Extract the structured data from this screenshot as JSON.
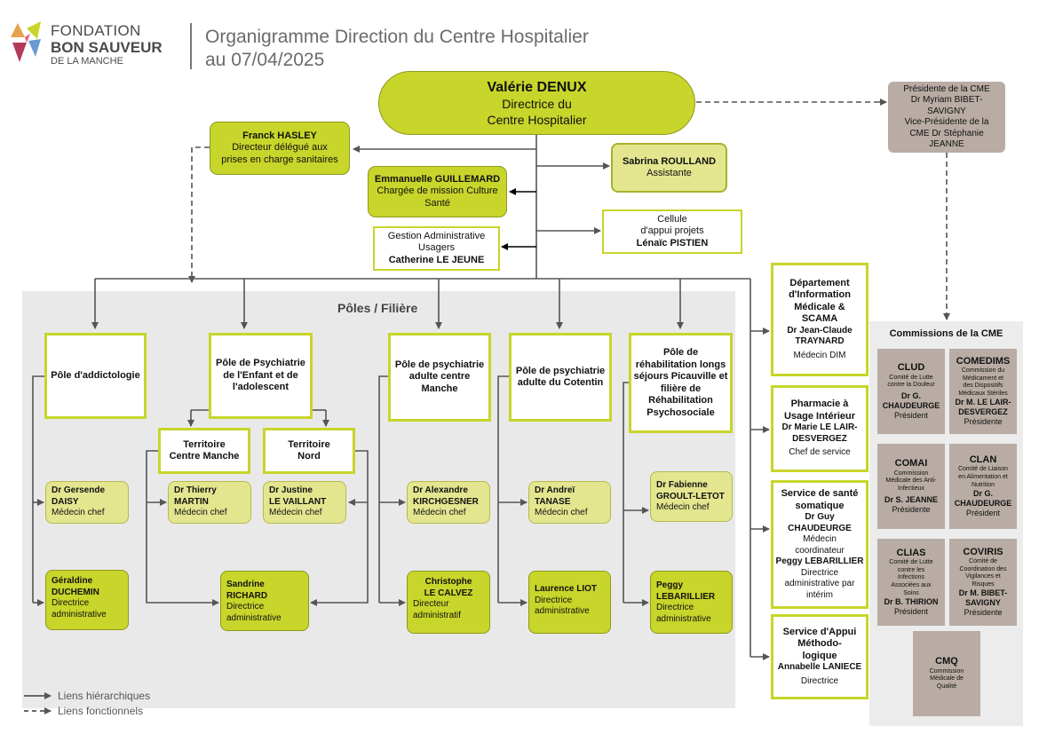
{
  "header": {
    "logo": {
      "line1": "FONDATION",
      "line2": "BON SAUVEUR",
      "line3": "DE LA MANCHE"
    },
    "title_line1": "Organigramme Direction du Centre Hospitalier",
    "title_line2": "au 07/04/2025"
  },
  "director": {
    "name": "Valérie DENUX",
    "role_line1": "Directrice du",
    "role_line2": "Centre Hospitalier"
  },
  "cme_president": {
    "l1": "Présidente de la CME",
    "l2": "Dr Myriam BIBET-",
    "l3": "SAVIGNY",
    "l4": "Vice-Présidente de la",
    "l5": "CME Dr Stéphanie",
    "l6": "JEANNE"
  },
  "staff": {
    "hasley": {
      "name": "Franck HASLEY",
      "role_l1": "Directeur délégué aux",
      "role_l2": "prises en charge sanitaires"
    },
    "guillemard": {
      "name": "Emmanuelle GUILLEMARD",
      "role_l1": "Chargée de mission Culture",
      "role_l2": "Santé"
    },
    "roulland": {
      "name": "Sabrina ROULLAND",
      "role": "Assistante"
    },
    "cellule": {
      "l1": "Cellule",
      "l2": "d'appui projets",
      "name": "Lénaïc PISTIEN"
    },
    "gestion": {
      "l1": "Gestion Administrative",
      "l2": "Usagers",
      "name": "Catherine LE JEUNE"
    }
  },
  "poles_title": "Pôles / Filière",
  "poles": {
    "addicto": {
      "title": "Pôle d'addictologie"
    },
    "enfant": {
      "l1": "Pôle de Psychiatrie",
      "l2": "de l'Enfant et de",
      "l3": "l'adolescent"
    },
    "centre": {
      "l1": "Pôle de psychiatrie",
      "l2": "adulte centre",
      "l3": "Manche"
    },
    "cotentin": {
      "l1": "Pôle de psychiatrie",
      "l2": "adulte du Cotentin"
    },
    "rehab": {
      "l1": "Pôle de",
      "l2": "réhabilitation longs",
      "l3": "séjours Picauville et",
      "l4": "filière de",
      "l5": "Réhabilitation",
      "l6": "Psychosociale"
    }
  },
  "territoires": {
    "centre": {
      "l1": "Territoire",
      "l2": "Centre Manche"
    },
    "nord": {
      "l1": "Territoire",
      "l2": "Nord"
    }
  },
  "medecins": {
    "daisy": {
      "l1": "Dr Gersende",
      "l2": "DAISY",
      "role": "Médecin chef"
    },
    "martin": {
      "l1": "Dr Thierry",
      "l2": "MARTIN",
      "role": "Médecin chef"
    },
    "vaillant": {
      "l1": "Dr Justine",
      "l2": "LE VAILLANT",
      "role": "Médecin chef"
    },
    "kirch": {
      "l1": "Dr Alexandre",
      "l2": "KIRCHGESNER",
      "role": "Médecin chef"
    },
    "tanase": {
      "l1": "Dr Andreï",
      "l2": "TANASE",
      "role": "Médecin chef"
    },
    "groult": {
      "l1": "Dr Fabienne",
      "l2": "GROULT-LETOT",
      "role": "Médecin chef"
    }
  },
  "administratifs": {
    "duchemin": {
      "l1": "Géraldine",
      "l2": "DUCHEMIN",
      "r1": "Directrice",
      "r2": "administrative"
    },
    "richard": {
      "l1": "Sandrine",
      "l2": "RICHARD",
      "r1": "Directrice",
      "r2": "administrative"
    },
    "calvez": {
      "l1": "Christophe",
      "l2": "LE CALVEZ",
      "r1": "Directeur",
      "r2": "administratif"
    },
    "liot": {
      "l1": "Laurence LIOT",
      "r1": "Directrice",
      "r2": "administrative"
    },
    "lebarillier": {
      "l1": "Peggy",
      "l2": "LEBARILLIER",
      "r1": "Directrice",
      "r2": "administrative"
    }
  },
  "services": {
    "dim": {
      "l1": "Département",
      "l2": "d'Information",
      "l3": "Médicale &",
      "l4": "SCAMA",
      "l5": "Dr Jean-Claude",
      "l6": "TRAYNARD",
      "role": "Médecin DIM"
    },
    "pharma": {
      "l1": "Pharmacie à",
      "l2": "Usage Intérieur",
      "l3": "Dr Marie LE LAIR-",
      "l4": "DESVERGEZ",
      "role": "Chef de service"
    },
    "somatique": {
      "l1": "Service de santé",
      "l2": "somatique",
      "l3": "Dr Guy",
      "l4": "CHAUDEURGE",
      "l5": "Médecin",
      "l6": "coordinateur",
      "l7": "Peggy LEBARILLIER",
      "l8": "Directrice",
      "l9": "administrative par",
      "l10": "intérim"
    },
    "appui": {
      "l1": "Service d'Appui",
      "l2": "Méthodo-",
      "l3": "logique",
      "l4": "Annabelle LANIECE",
      "role": "Directrice"
    }
  },
  "commissions": {
    "title": "Commissions de la CME",
    "clud": {
      "name": "CLUD",
      "d1": "Comité de Lutte",
      "d2": "contre la Douleur",
      "p1": "Dr G.",
      "p2": "CHAUDEURGE",
      "role": "Président"
    },
    "comedims": {
      "name": "COMEDIMS",
      "d1": "Commission du",
      "d2": "Médicament et",
      "d3": "des Dispositifs",
      "d4": "Médicaux Stériles",
      "p1": "Dr M. LE LAIR-",
      "p2": "DESVERGEZ",
      "role": "Présidente"
    },
    "comai": {
      "name": "COMAI",
      "d1": "Commission",
      "d2": "Médicale des Anti-",
      "d3": "Infectieux",
      "p1": "Dr S. JEANNE",
      "role": "Présidente"
    },
    "clan": {
      "name": "CLAN",
      "d1": "Comité de Liaison",
      "d2": "en Alimentation et",
      "d3": "Nutrition",
      "p1": "Dr G.",
      "p2": "CHAUDEURGE",
      "role": "Président"
    },
    "clias": {
      "name": "CLIAS",
      "d1": "Comité de Lutte",
      "d2": "contre les",
      "d3": "Infections",
      "d4": "Associées aux",
      "d5": "Soins",
      "p1": "Dr B. THIRION",
      "role": "Président"
    },
    "coviris": {
      "name": "COVIRIS",
      "d1": "Comité de",
      "d2": "Coordination des",
      "d3": "Vigilances et",
      "d4": "Risques",
      "p1": "Dr M. BIBET-",
      "p2": "SAVIGNY",
      "role": "Présidente"
    },
    "cmq": {
      "name": "CMQ",
      "d1": "Commission",
      "d2": "Médicale de",
      "d3": "Qualité"
    }
  },
  "legend": {
    "hier": "Liens hiérarchiques",
    "fonc": "Liens fonctionnels"
  },
  "colors": {
    "lime": "#c8d52a",
    "pale_lime": "#e3e68f",
    "taupe": "#b8aca4",
    "line": "#555555"
  }
}
